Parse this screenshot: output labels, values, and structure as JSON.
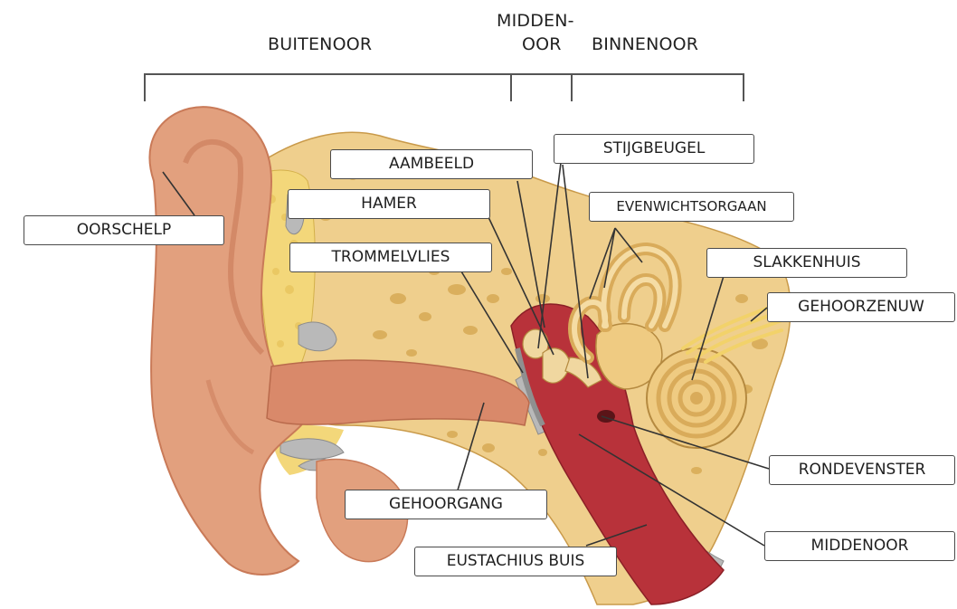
{
  "sections": {
    "outer": "BUITENOOR",
    "middle_line1": "MIDDEN-",
    "middle_line2": "OOR",
    "inner": "BINNENOOR"
  },
  "labels": {
    "oorschelp": "OORSCHELP",
    "aambeeld": "AAMBEELD",
    "hamer": "HAMER",
    "trommelvlies": "TROMMELVLIES",
    "stijgbeugel": "STIJGBEUGEL",
    "evenwichtsorgaan": "EVENWICHTSORGAAN",
    "slakkenhuis": "SLAKKENHUIS",
    "gehoorzenuw": "GEHOORZENUW",
    "rondevenster": "RONDEVENSTER",
    "middenoor": "MIDDENOOR",
    "gehoorgang": "GEHOORGANG",
    "eustachius_buis": "EUSTACHIUS BUIS"
  },
  "colors": {
    "skin": "#e2a07e",
    "skin_shadow": "#c97a58",
    "fat": "#f3d77a",
    "bone": "#efcf8d",
    "bone_pore": "#d7aa55",
    "cartilage": "#b9b9b9",
    "middle_ear_red": "#b8323a",
    "bracket": "#555555",
    "leader": "#333333"
  }
}
